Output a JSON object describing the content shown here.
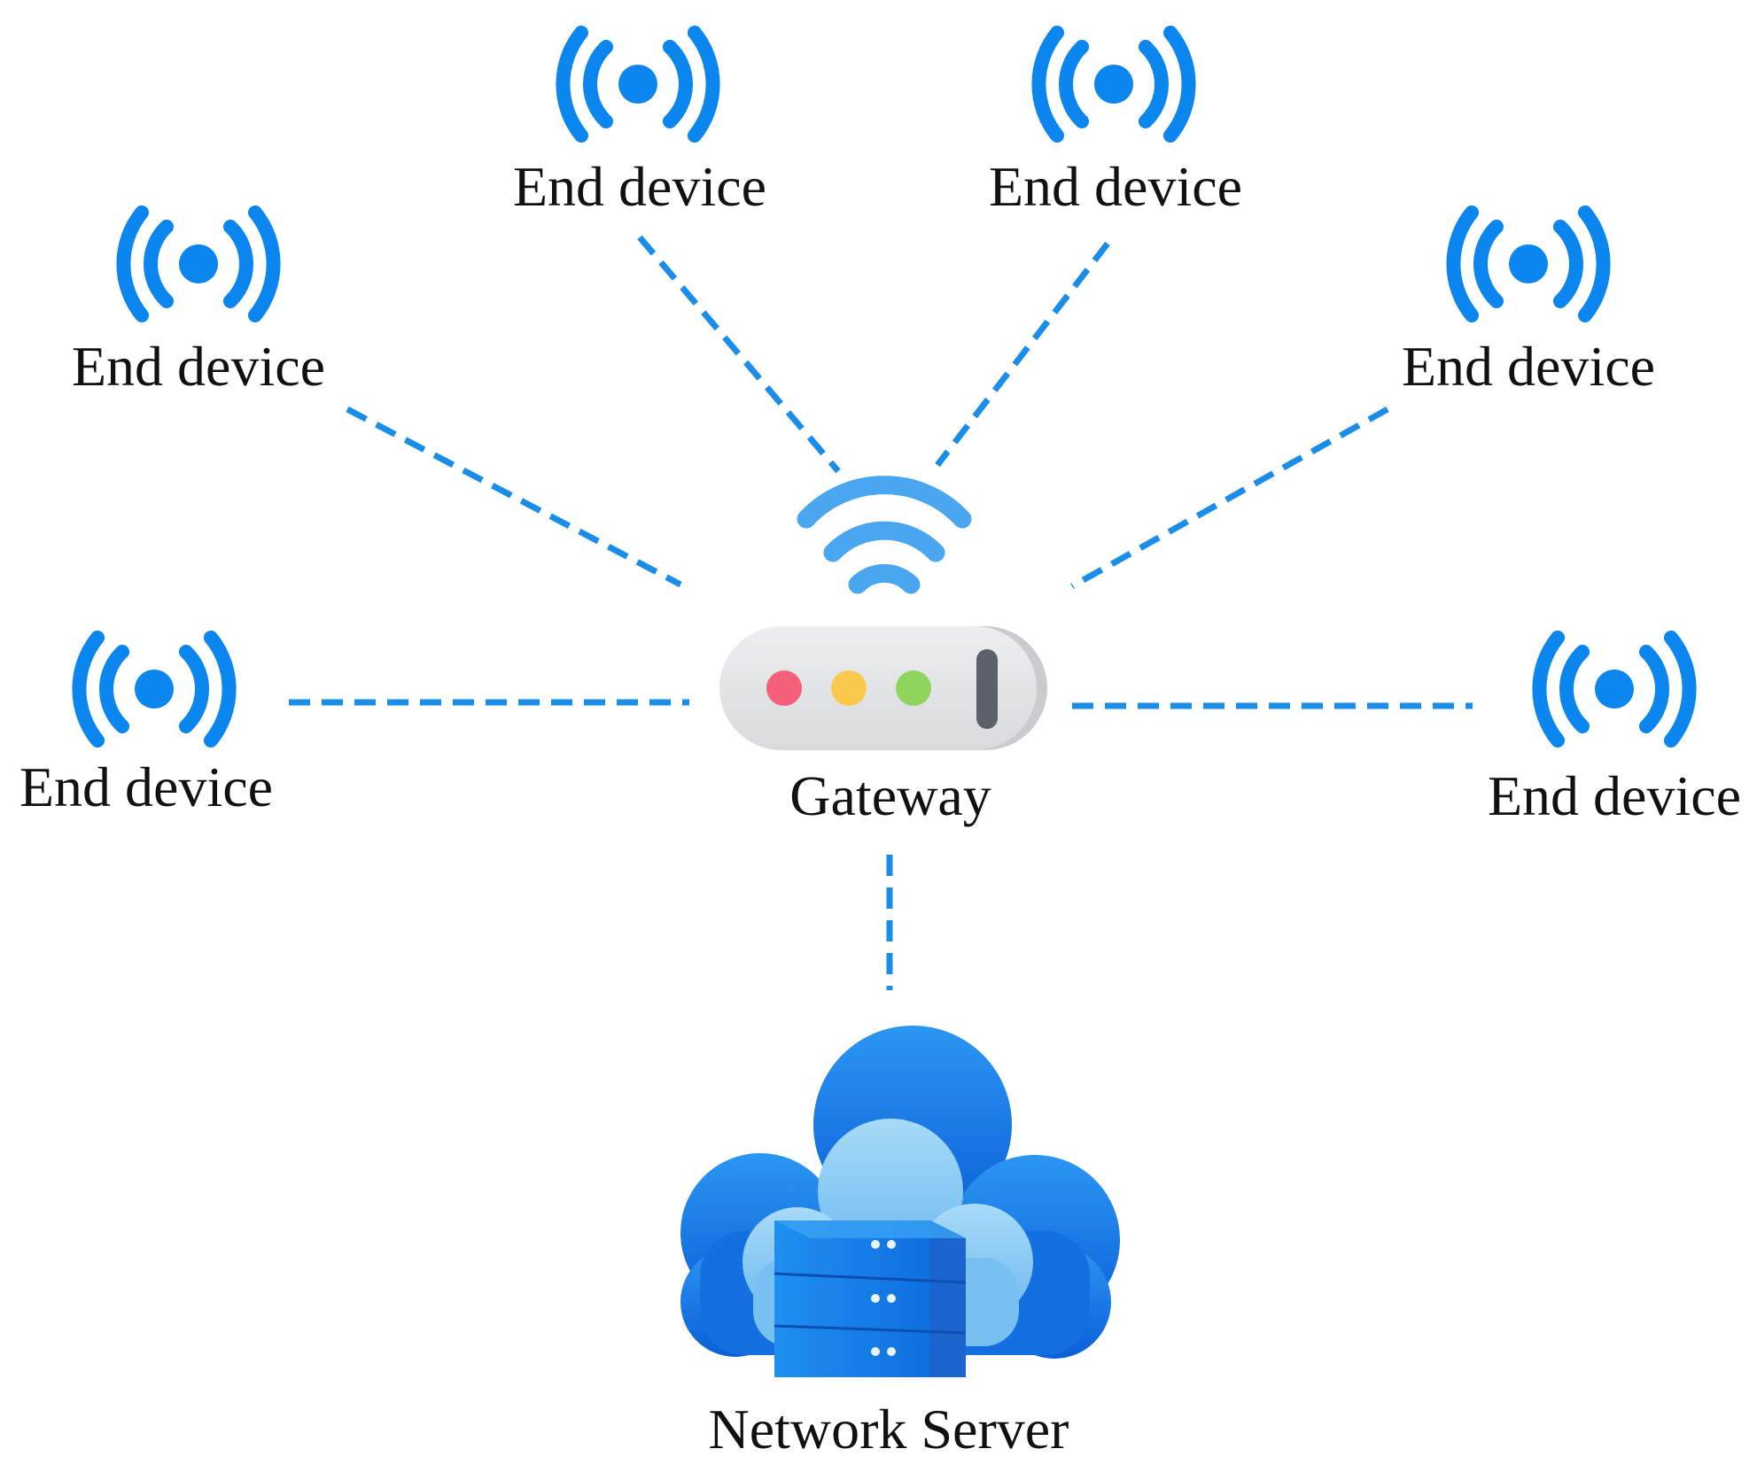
{
  "diagram": {
    "end_device_label": "End device",
    "gateway_label": "Gateway",
    "server_label": "Network Server",
    "end_devices": [
      {
        "id": "device-top-left",
        "label": "End device"
      },
      {
        "id": "device-top-right",
        "label": "End device"
      },
      {
        "id": "device-upper-left",
        "label": "End device"
      },
      {
        "id": "device-upper-right",
        "label": "End device"
      },
      {
        "id": "device-left",
        "label": "End device"
      },
      {
        "id": "device-right",
        "label": "End device"
      }
    ],
    "icons": {
      "end_device": "radio-signal-icon",
      "gateway": "router-gateway-icon",
      "wifi": "wifi-signal-icon",
      "server": "cloud-server-icon"
    },
    "colors": {
      "signal_blue": "#0a86ee",
      "link_blue": "#1a8de8",
      "wifi_blue": "#4aa6ee",
      "gateway_body": "#e4e6e8",
      "led_red": "#f4607a",
      "led_yellow": "#fbc84e",
      "led_green": "#8fd45c",
      "cloud_dark": "#1677e6",
      "cloud_light": "#8ccaf4"
    }
  }
}
